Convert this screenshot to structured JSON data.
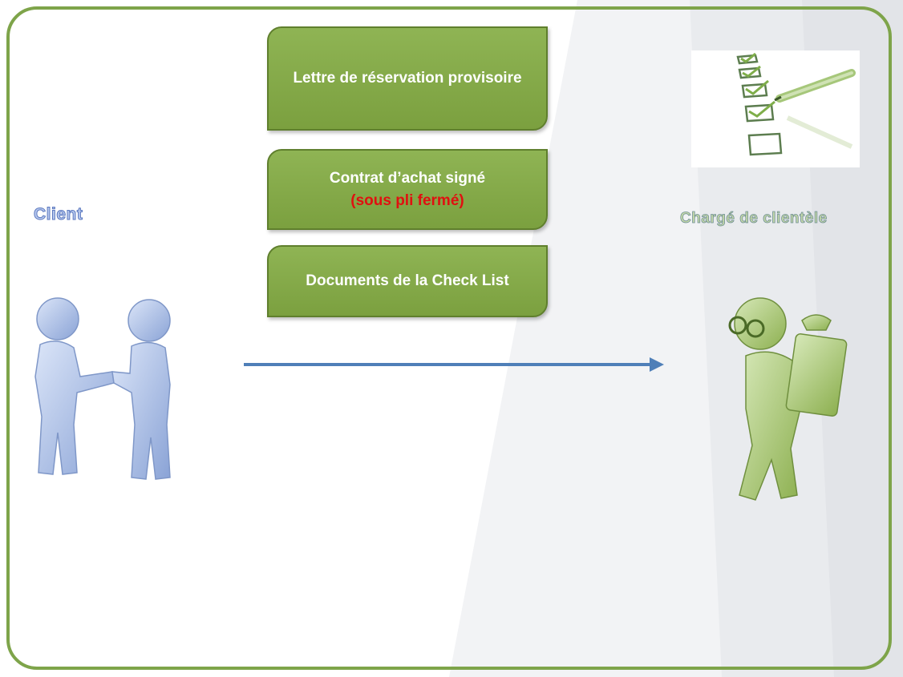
{
  "boxes": [
    {
      "line1": "Lettre de réservation provisoire",
      "line2": ""
    },
    {
      "line1": "Contrat d’achat signé",
      "line2": "(sous pli fermé)"
    },
    {
      "line1": "Documents de la Check List",
      "line2": ""
    }
  ],
  "labels": {
    "client": "Client",
    "agent": "Chargé de clientèle"
  },
  "colors": {
    "frame": "#7ea44a",
    "box_fill": "#7ba03f",
    "accent_text": "#e01010",
    "arrow": "#4f7fb8",
    "client_figure": "#a9bde6",
    "agent_figure": "#9fc063"
  },
  "icons": [
    "handshake-figure-icon",
    "checklist-icon",
    "courier-figure-icon",
    "arrow-right-icon"
  ]
}
